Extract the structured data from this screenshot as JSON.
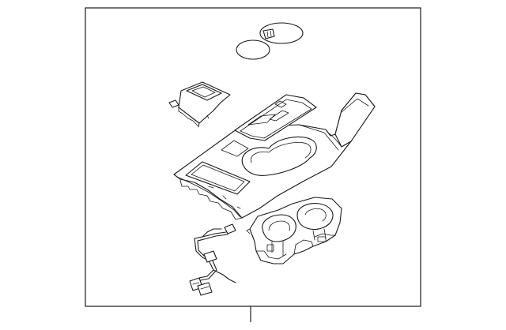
{
  "diagram": {
    "type": "exploded-parts-illustration",
    "background": "#ffffff",
    "line_color": "#1a1a1a",
    "parts": [
      {
        "name": "cup-holder-insert-mat",
        "icon": "twin-oval-mat"
      },
      {
        "name": "switch-module",
        "icon": "rectangular-switch-panel"
      },
      {
        "name": "center-console-trim-panel",
        "icon": "console-bezel"
      },
      {
        "name": "cup-holder-assembly",
        "icon": "double-cup-holder"
      },
      {
        "name": "wiring-harness",
        "icon": "cable-with-connectors"
      }
    ]
  }
}
